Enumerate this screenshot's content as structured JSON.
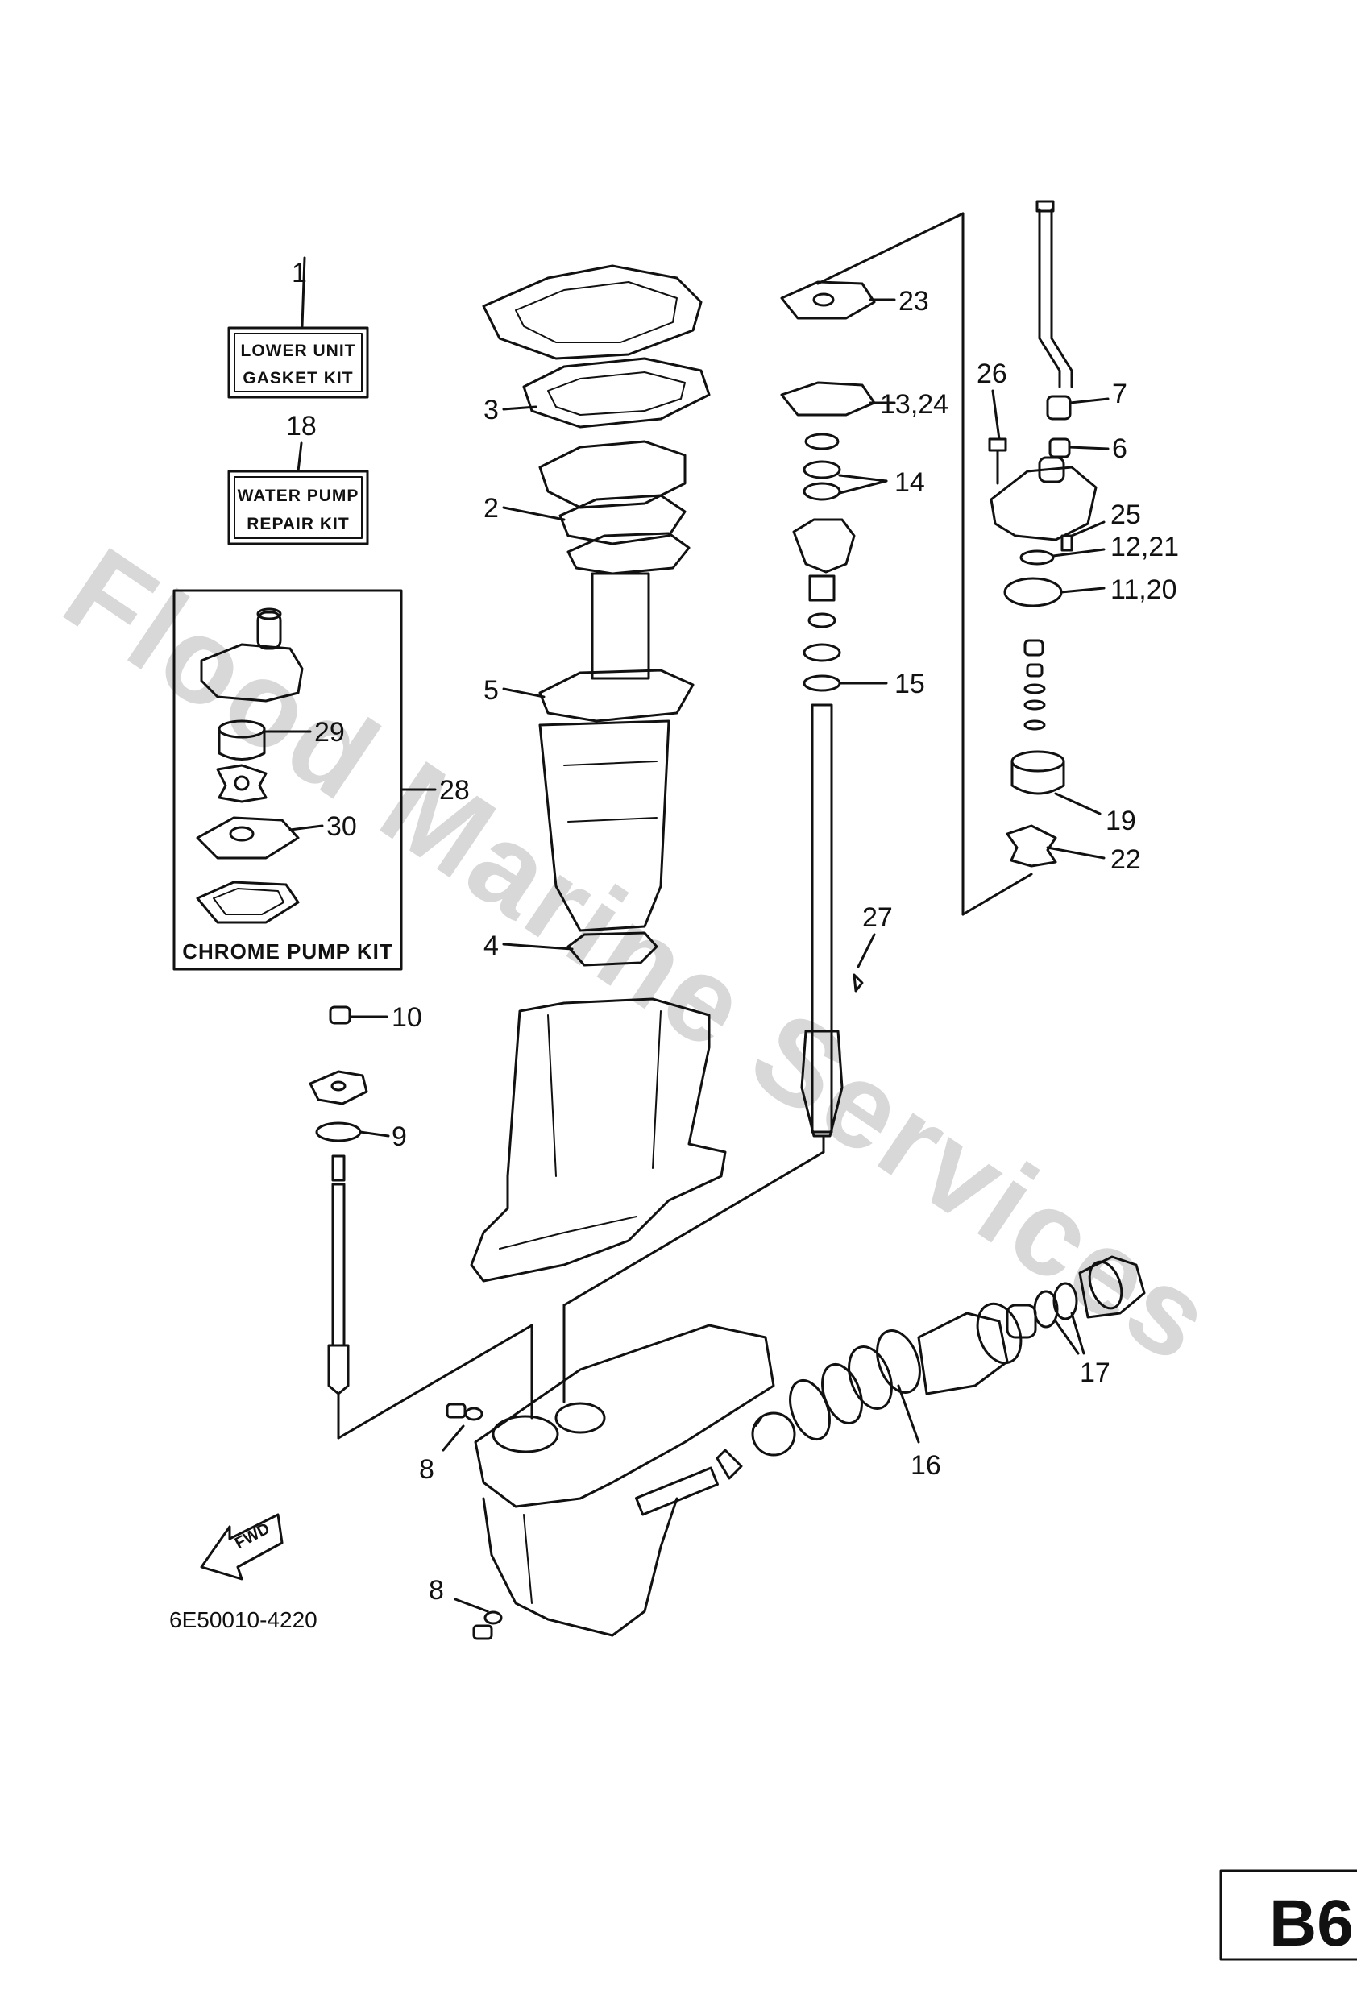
{
  "kits": {
    "lower_unit": {
      "number": "1",
      "line1": "LOWER UNIT",
      "line2": "GASKET KIT"
    },
    "water_pump": {
      "number": "18",
      "line1": "WATER PUMP",
      "line2": "REPAIR KIT"
    },
    "chrome_pump": {
      "number": "28",
      "label": "CHROME PUMP KIT"
    }
  },
  "callouts": {
    "c2": "2",
    "c3": "3",
    "c4": "4",
    "c5": "5",
    "c6": "6",
    "c7": "7",
    "c8a": "8",
    "c8b": "8",
    "c9": "9",
    "c10": "10",
    "c11_20": "11,20",
    "c12_21": "12,21",
    "c13_24": "13,24",
    "c14": "14",
    "c15": "15",
    "c16": "16",
    "c17": "17",
    "c19": "19",
    "c22": "22",
    "c23": "23",
    "c25": "25",
    "c26": "26",
    "c27": "27",
    "c29": "29",
    "c30": "30"
  },
  "fwd_label": "FWD",
  "part_code": "6E50010-4220",
  "page_label": "B6",
  "watermark": "Flood Marine Services"
}
